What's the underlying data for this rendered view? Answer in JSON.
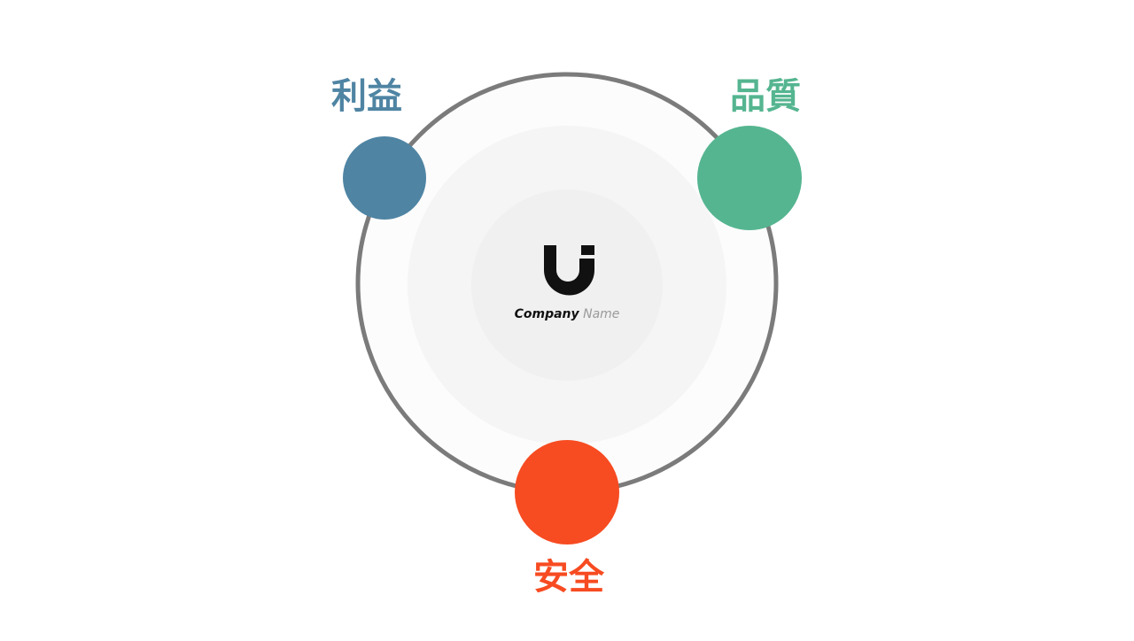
{
  "nodes": {
    "profit": {
      "label": "利益",
      "color": "#4f84a3"
    },
    "quality": {
      "label": "品質",
      "color": "#55b591"
    },
    "safety": {
      "label": "安全",
      "color": "#f74b21"
    }
  },
  "center": {
    "company_name_bold": "Company",
    "company_name_light": "Name",
    "logo_icon": "u-shape-logo-icon"
  },
  "colors": {
    "ring_stroke": "#7b7b7b",
    "outer_fill": "#fcfcfc",
    "middle_fill": "#f5f5f5",
    "inner_fill": "#f0f0f0",
    "logo": "#111111"
  }
}
